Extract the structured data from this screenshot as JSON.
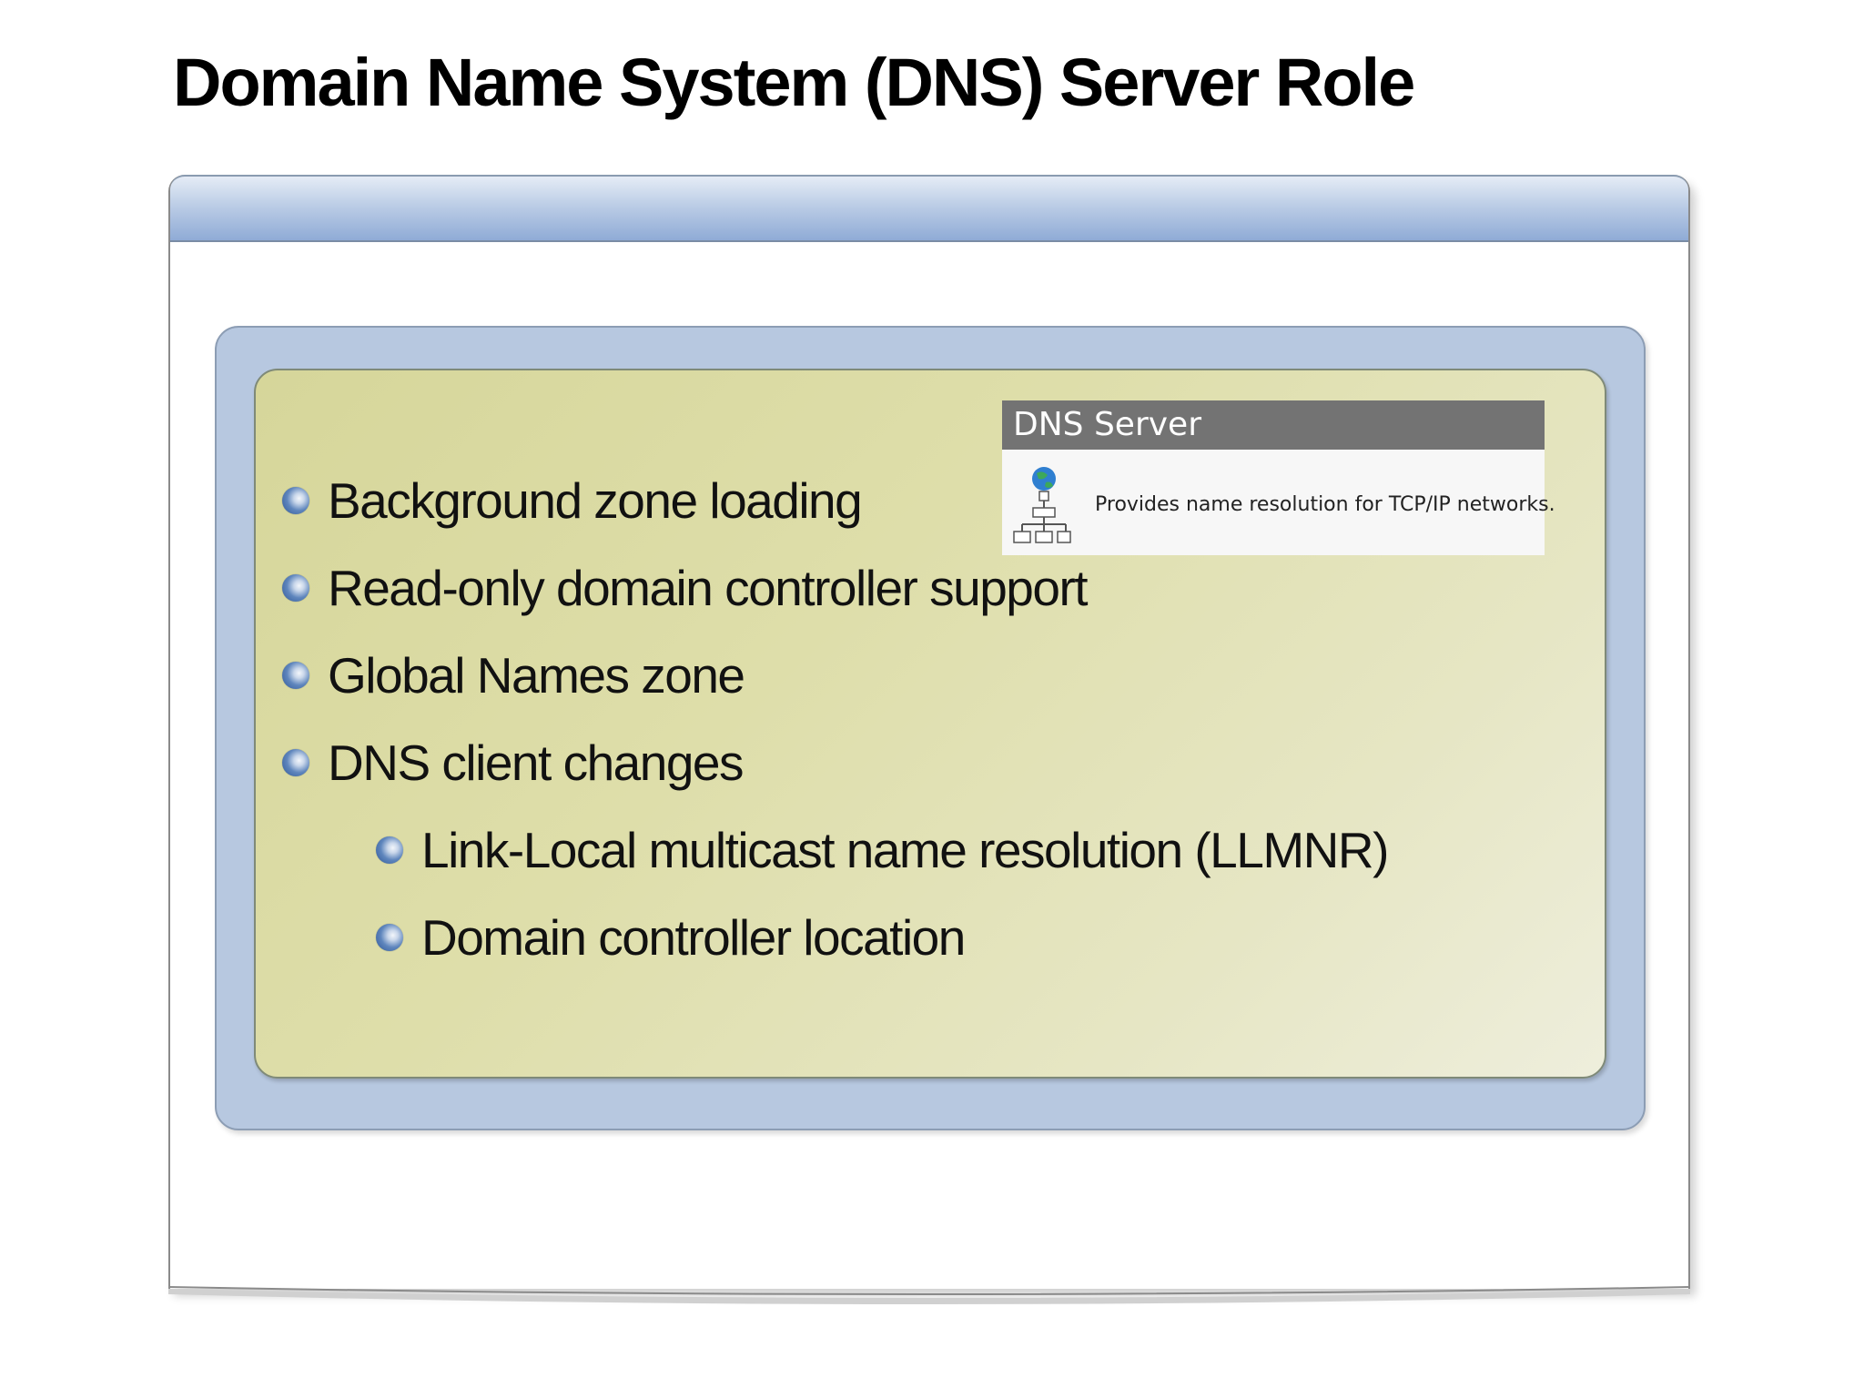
{
  "slide": {
    "title": "Domain Name System (DNS) Server Role"
  },
  "bullets": [
    {
      "text": "Background zone loading",
      "level": 1
    },
    {
      "text": "Read-only domain controller support",
      "level": 1
    },
    {
      "text": "Global Names zone",
      "level": 1
    },
    {
      "text": "DNS client changes",
      "level": 1
    },
    {
      "text": "Link-Local multicast name resolution (LLMNR)",
      "level": 2
    },
    {
      "text": "Domain controller location",
      "level": 2
    }
  ],
  "dns_card": {
    "title": "DNS Server",
    "description": "Provides name resolution for TCP/IP networks.",
    "icon": "dns-server-network-icon"
  },
  "colors": {
    "frame_header": "#8fabd6",
    "outer_panel": "#b7c8e0",
    "inner_panel": "#dedeaa",
    "card_header": "#737373",
    "bullet": "#4a72b0"
  }
}
